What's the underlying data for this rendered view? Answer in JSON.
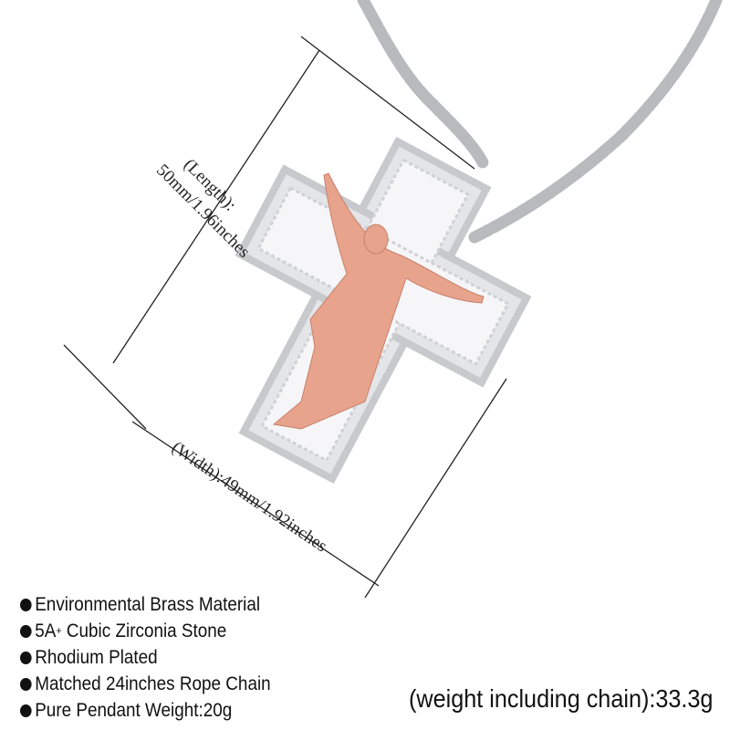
{
  "dimensions": {
    "length_label": "(Length):",
    "length_value": "50mm/1.96inches",
    "width_label": "(Width):49mm/1.92inches"
  },
  "features": [
    {
      "text": "Environmental Brass Material"
    },
    {
      "text": "5A",
      "sup": "+",
      "rest": " Cubic Zirconia Stone"
    },
    {
      "text": "Rhodium Plated"
    },
    {
      "text": "Matched 24inches Rope Chain"
    },
    {
      "text": "Pure Pendant Weight:20g"
    }
  ],
  "weight_note": "(weight including chain):33.3g",
  "colors": {
    "silver": "#d9dadd",
    "rose_gold": "#e7a38c",
    "text": "#111111"
  }
}
